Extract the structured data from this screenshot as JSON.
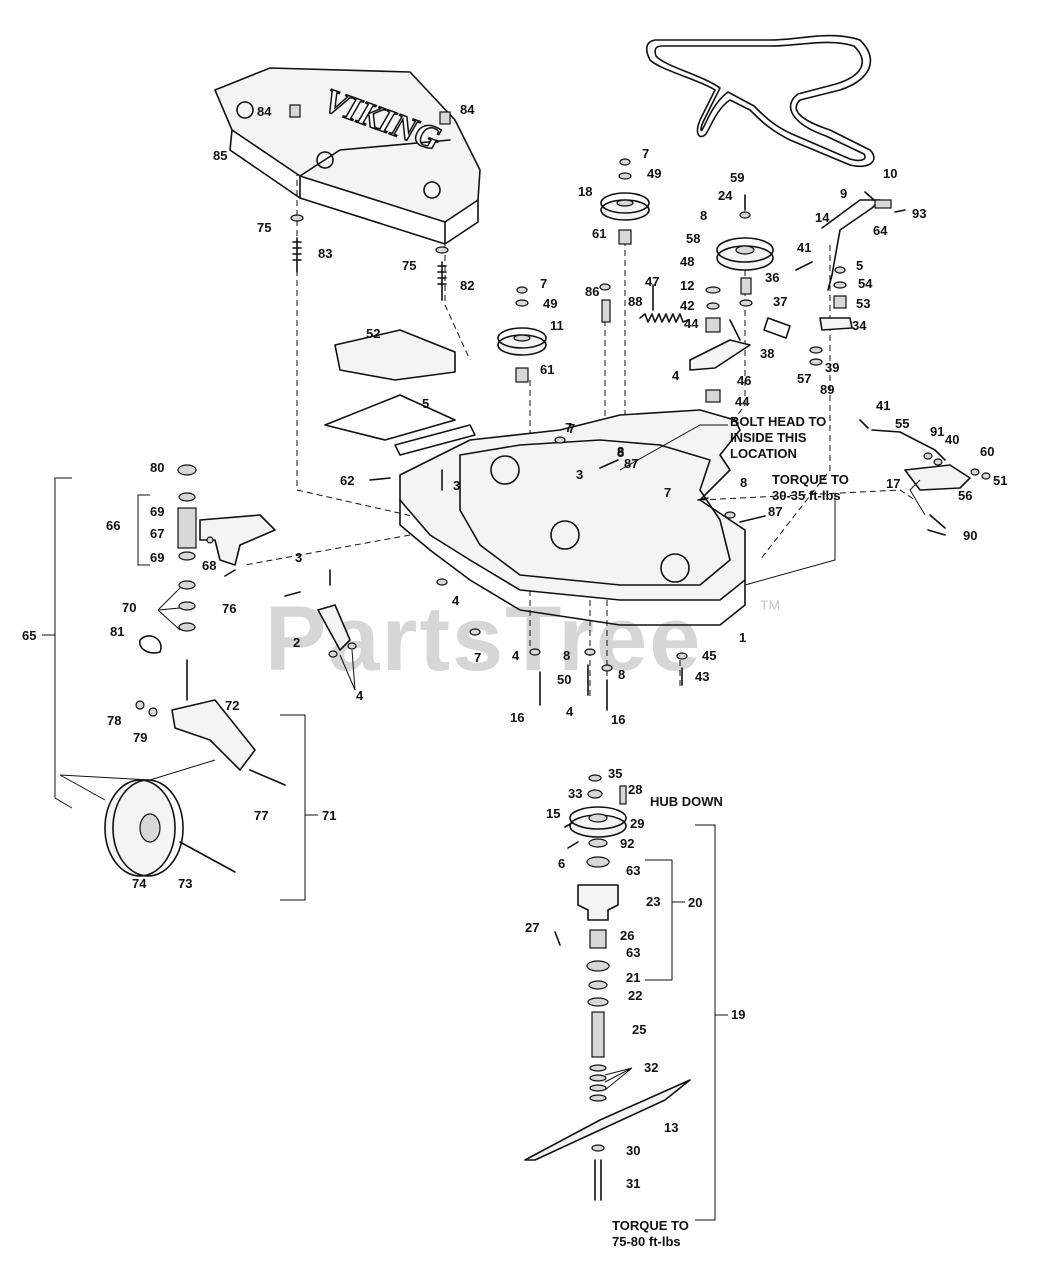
{
  "watermark": {
    "text": "PartsTree",
    "tm": "TM"
  },
  "logo": {
    "text": "VIKING"
  },
  "notes": {
    "hub_down": "HUB DOWN",
    "bolt_head_line1": "BOLT HEAD TO",
    "bolt_head_line2": "INSIDE THIS",
    "bolt_head_line3": "LOCATION",
    "torque_deck_line1": "TORQUE TO",
    "torque_deck_line2": "30-35 ft-lbs",
    "torque_blade_line1": "TORQUE TO",
    "torque_blade_line2": "75-80 ft-lbs"
  },
  "callouts": [
    "84",
    "84",
    "85",
    "75",
    "83",
    "75",
    "82",
    "52",
    "5",
    "62",
    "7",
    "49",
    "18",
    "61",
    "24",
    "8",
    "58",
    "59",
    "10",
    "9",
    "93",
    "14",
    "64",
    "41",
    "5",
    "54",
    "53",
    "34",
    "7",
    "49",
    "86",
    "11",
    "61",
    "47",
    "88",
    "48",
    "12",
    "36",
    "42",
    "37",
    "44",
    "38",
    "4",
    "46",
    "39",
    "57",
    "89",
    "44",
    "7",
    "8",
    "87",
    "3",
    "80",
    "69",
    "66",
    "67",
    "69",
    "68",
    "76",
    "70",
    "81",
    "3",
    "2",
    "4",
    "4",
    "41",
    "55",
    "91",
    "40",
    "60",
    "51",
    "17",
    "56",
    "90",
    "7",
    "8",
    "87",
    "65",
    "7",
    "4",
    "8",
    "8",
    "50",
    "16",
    "4",
    "16",
    "45",
    "43",
    "1",
    "72",
    "78",
    "79",
    "77",
    "71",
    "74",
    "73",
    "35",
    "33",
    "28",
    "15",
    "29",
    "6",
    "92",
    "63",
    "23",
    "20",
    "27",
    "26",
    "63",
    "21",
    "22",
    "25",
    "19",
    "32",
    "13",
    "30",
    "31",
    "3",
    "8",
    "7"
  ]
}
